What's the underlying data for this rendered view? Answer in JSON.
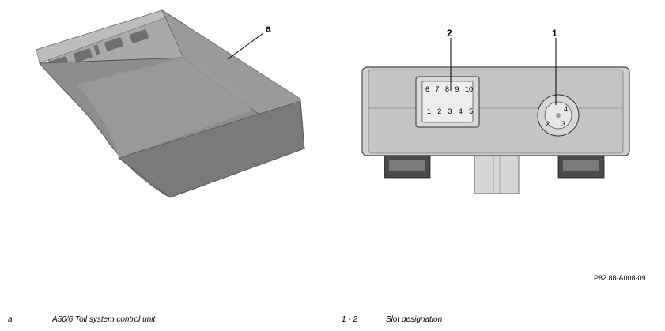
{
  "callouts": {
    "a": "a",
    "slot2": "2",
    "slot1": "1"
  },
  "connector_left": {
    "top_row": [
      "6",
      "7",
      "8",
      "9",
      "10"
    ],
    "bottom_row": [
      "1",
      "2",
      "3",
      "4",
      "5"
    ]
  },
  "connector_right": {
    "pins": [
      "1",
      "4",
      "2",
      "3"
    ]
  },
  "figure_id": "P82.88-A008-09",
  "legend": [
    {
      "key": "a",
      "text": "A50/6 Toll system control unit"
    },
    {
      "key": "1 - 2",
      "text": "Slot designation"
    }
  ]
}
